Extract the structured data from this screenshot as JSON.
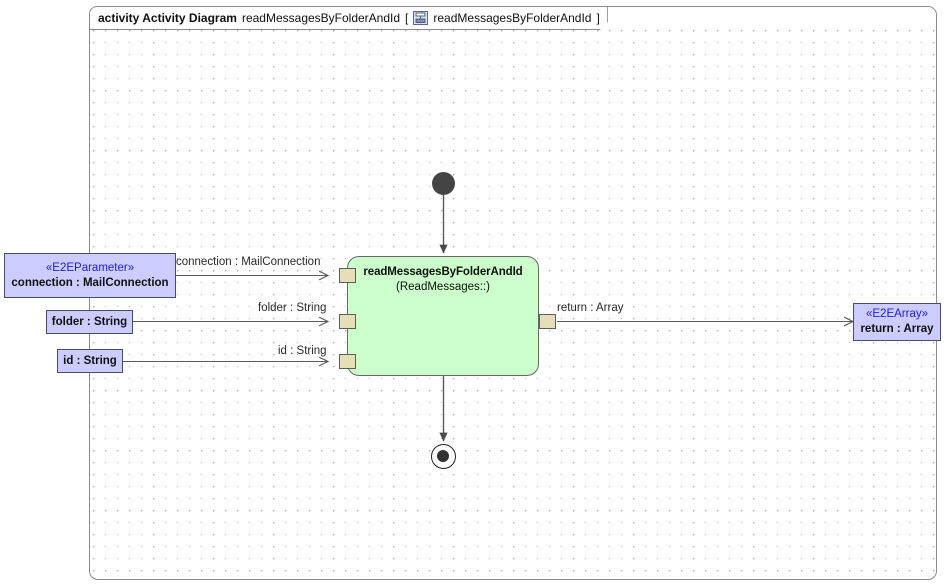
{
  "frame": {
    "keyword": "activity Activity Diagram",
    "diagram_name": "readMessagesByFolderAndId",
    "bracket_open": "[",
    "icon": "activity-diagram-icon",
    "qualified_name": "readMessagesByFolderAndId",
    "bracket_close": "]"
  },
  "action": {
    "name": "readMessagesByFolderAndId",
    "qualifier": "(ReadMessages::)",
    "fill_color": "#ccffcc",
    "input_pins": [
      {
        "name": "connection-pin"
      },
      {
        "name": "folder-pin"
      },
      {
        "name": "id-pin"
      }
    ],
    "output_pins": [
      {
        "name": "return-pin"
      }
    ]
  },
  "parameters": [
    {
      "id": "connection",
      "stereotype": "«E2EParameter»",
      "label": "connection : MailConnection",
      "edge_label": "connection : MailConnection",
      "fill_color": "#ccccff"
    },
    {
      "id": "folder",
      "stereotype": "",
      "label": "folder : String",
      "edge_label": "folder : String",
      "fill_color": "#ccccff"
    },
    {
      "id": "id",
      "stereotype": "",
      "label": "id : String",
      "edge_label": "id : String",
      "fill_color": "#ccccff"
    }
  ],
  "result": {
    "id": "return",
    "stereotype": "«E2EArray»",
    "label": "return : Array",
    "edge_label": "return : Array",
    "fill_color": "#ccccff"
  },
  "control_nodes": {
    "initial": "initial-node",
    "final": "activity-final-node"
  },
  "colors": {
    "action_fill": "#ccffcc",
    "param_fill": "#ccccff",
    "pin_fill": "#e4dfb8",
    "stereotype_text": "#2020d0",
    "frame_border": "#8a8a8a"
  }
}
